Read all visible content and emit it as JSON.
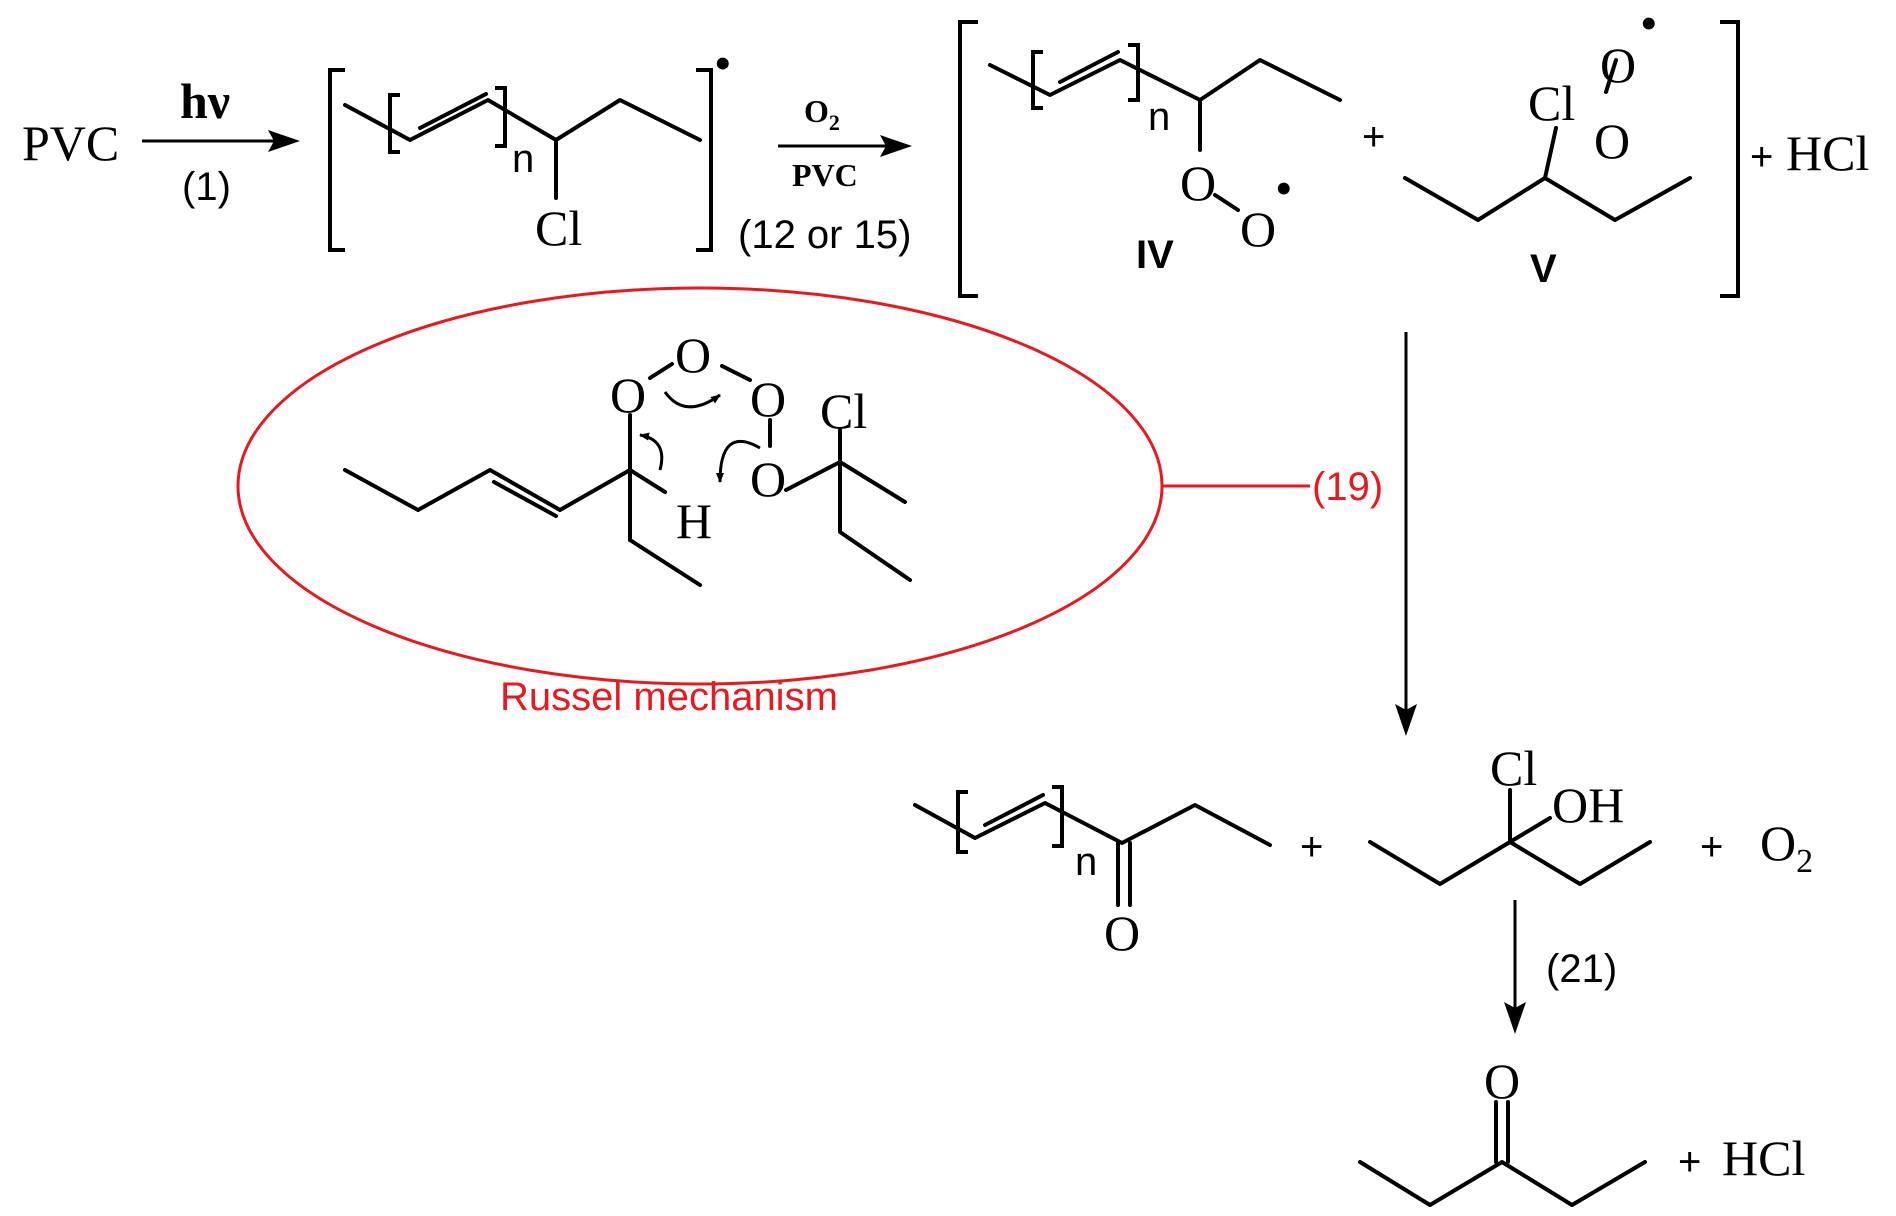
{
  "colors": {
    "ink": "#000000",
    "highlight": "#e8191f",
    "background": "#ffffff"
  },
  "reactant": "PVC",
  "step1": {
    "condition": "hν",
    "number": "(1)"
  },
  "radical_dot": "•",
  "polyene_repeat": "n",
  "atoms": {
    "Cl": "Cl",
    "O": "O",
    "H": "H",
    "OH": "OH",
    "HCl": "HCl"
  },
  "step2": {
    "reagent_top": "O",
    "reagent_top_sub": "2",
    "reagent_bottom": "PVC",
    "number": "(12 or 15)"
  },
  "compound_labels": {
    "iv": "IV",
    "v": "V"
  },
  "plus": "+",
  "byproduct_1": "HCl",
  "russel": {
    "label": "Russel mechanism",
    "step": "(19)"
  },
  "products": {
    "o2": "O",
    "o2_sub": "2"
  },
  "step21": "(21)",
  "final_byproduct": "HCl"
}
